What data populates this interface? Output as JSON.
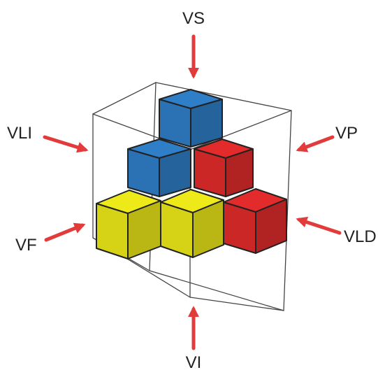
{
  "labels": {
    "top": "VS",
    "bottom": "VI",
    "front": "VF",
    "back": "VP",
    "left": "VLI",
    "right": "VLD"
  },
  "colors": {
    "blue": "#2f7fc8",
    "red": "#e32b2b",
    "yellow": "#eeea1a",
    "arrow": "#e23b3b",
    "edge": "#222222",
    "frame": "#444444"
  }
}
